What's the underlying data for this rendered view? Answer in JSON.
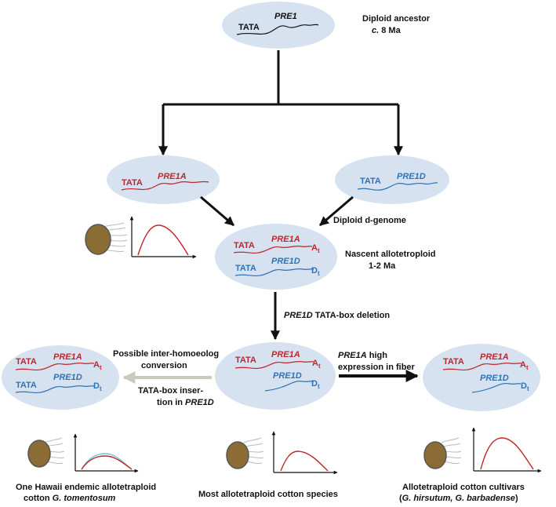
{
  "colors": {
    "ellipse_fill": "#d6e2ef",
    "at_red": "#c0262b",
    "dt_blue": "#2f73b6",
    "black": "#111111",
    "grey_arrow": "#c8cabd",
    "seed": "#8b6c35"
  },
  "ancestor": {
    "tata": "TATA",
    "pre": "PRE1",
    "label1": "Diploid ancestor",
    "label2_italic": "c.",
    "label2_rest": " 8 Ma"
  },
  "diploid_a": {
    "tata": "TATA",
    "pre": "PRE1A"
  },
  "diploid_d": {
    "tata": "TATA",
    "pre": "PRE1D",
    "label": "Diploid d-genome"
  },
  "nascent": {
    "tata_a": "TATA",
    "pre_a": "PRE1A",
    "sub_a": "A",
    "sub_a_small": "t",
    "tata_d": "TATA",
    "pre_d": "PRE1D",
    "sub_d": "D",
    "sub_d_small": "t",
    "label1": "Nascent allotetroploid",
    "label2": "1-2 Ma"
  },
  "deletion": {
    "italic": "PRE1D",
    "rest": " TATA-box deletion"
  },
  "middle": {
    "tata_a": "TATA",
    "pre_a": "PRE1A",
    "sub_a": "A",
    "sub_a_small": "t",
    "pre_d": "PRE1D",
    "sub_d": "D",
    "sub_d_small": "t"
  },
  "left": {
    "tata_a": "TATA",
    "pre_a": "PRE1A",
    "sub_a": "A",
    "sub_a_small": "t",
    "tata_d": "TATA",
    "pre_d": "PRE1D",
    "sub_d": "D",
    "sub_d_small": "t"
  },
  "right": {
    "tata_a": "TATA",
    "pre_a": "PRE1A",
    "sub_a": "A",
    "sub_a_small": "t",
    "pre_d": "PRE1D",
    "sub_d": "D",
    "sub_d_small": "t"
  },
  "left_arrow": {
    "top1": "Possible inter-homoeolog",
    "top2": "conversion",
    "bot1": "TATA-box inser-",
    "bot2_pre": "tion in ",
    "bot2_italic": "PRE1D"
  },
  "right_arrow": {
    "line1_italic": "PRE1A",
    "line1_rest": " high",
    "line2": "expression in fiber"
  },
  "captions": {
    "left1": "One Hawaii endemic allotetraploid",
    "left2_pre": "cotton ",
    "left2_italic": "G. tomentosum",
    "middle": "Most allotetraploid cotton species",
    "right1": "Allotetraploid cotton cultivars",
    "right2_open": "(",
    "right2_italic": "G. hirsutum, G. barbadense",
    "right2_close": ")"
  }
}
